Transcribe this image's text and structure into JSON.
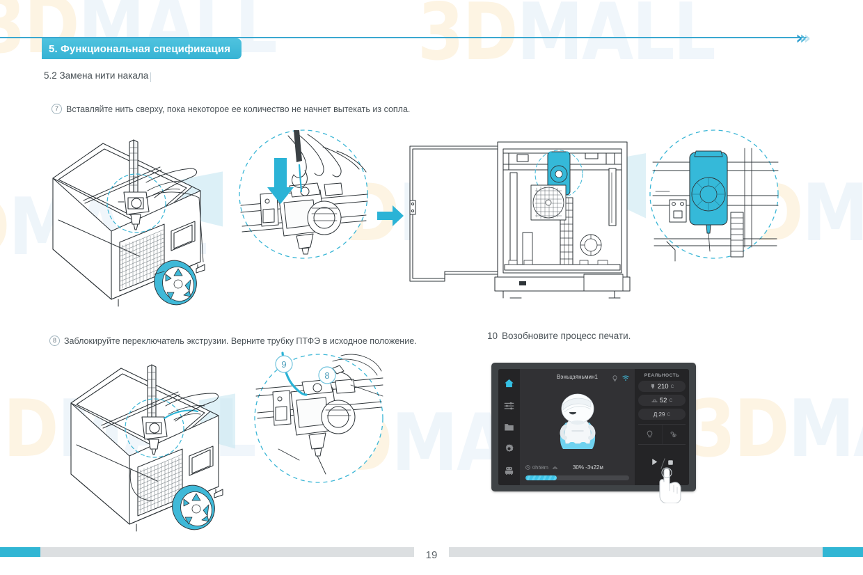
{
  "header": {
    "section_banner": "5. Функциональная спецификация",
    "subsection": "5.2 Замена нити накала",
    "accent_color": "#36b3d4",
    "chevrons": [
      "›",
      "›",
      "›"
    ]
  },
  "steps": [
    {
      "number": "7",
      "marker_style": "circled",
      "text": "Вставляйте нить сверху, пока некоторое ее количество не начнет вытекать из сопла."
    },
    {
      "number": "8",
      "marker_style": "circled",
      "text": "Заблокируйте переключатель экструзии. Верните трубку ПТФЭ в исходное положение."
    },
    {
      "number": "10",
      "marker_style": "plain",
      "text": "Возобновите процесс печати."
    }
  ],
  "illustrations": {
    "printer_a": {
      "name": "3d-printer-isometric-insert-filament",
      "spool_color": "#3fb9d8"
    },
    "detail_a": {
      "name": "detail-circle-hand-inserting-filament",
      "arrow_color": "#2bb3d6"
    },
    "transition_arrow": {
      "name": "right-arrow",
      "color": "#2bb3d6"
    },
    "printer_b": {
      "name": "3d-printer-front-view-door-open",
      "extruder_color": "#35b9d9"
    },
    "detail_b": {
      "name": "detail-circle-extruder-head",
      "extruder_color": "#35b9d9"
    },
    "printer_c": {
      "name": "3d-printer-isometric-lock-extrusion-switch",
      "spool_color": "#3fb9d8"
    },
    "detail_c": {
      "name": "detail-circle-extruder-callouts",
      "callouts": [
        "9",
        "8"
      ]
    }
  },
  "touchscreen": {
    "sidebar": [
      {
        "icon": "home-icon",
        "active": true
      },
      {
        "icon": "sliders-icon",
        "active": false
      },
      {
        "icon": "folder-icon",
        "active": false
      },
      {
        "icon": "gear-icon",
        "active": false
      },
      {
        "icon": "printer-icon",
        "active": false
      }
    ],
    "filename": "Вэньцзяньмин1",
    "topbar_icons": [
      "lightbulb-icon",
      "wifi-icon"
    ],
    "model_preview": "mascot-robot-figure",
    "progress": {
      "elapsed": "0h58m",
      "percent_label": "30% -3ч22м",
      "percent_value": 30,
      "fill_color": "#3fc4e8"
    },
    "right_panel": {
      "title": "РЕАЛЬНОСТЬ",
      "stats": [
        {
          "icon": "nozzle-icon",
          "value": "210",
          "unit": "C"
        },
        {
          "icon": "bed-icon",
          "value": "52",
          "unit": "C"
        },
        {
          "icon": "",
          "value": "Д:29",
          "unit": "С"
        }
      ],
      "tool_icons": [
        "lamp-icon",
        "fan-icon"
      ],
      "action_icons": [
        "play-icon",
        "stop-icon"
      ]
    },
    "frame_color": "#3f4346",
    "screen_color": "#2b2b2d"
  },
  "footer": {
    "page_number": "19",
    "accent_color": "#31b6d4",
    "bar_color": "#dcdfe1"
  },
  "watermark": {
    "text_3d": "3D",
    "text_m": "M",
    "text_all": "ALL"
  }
}
